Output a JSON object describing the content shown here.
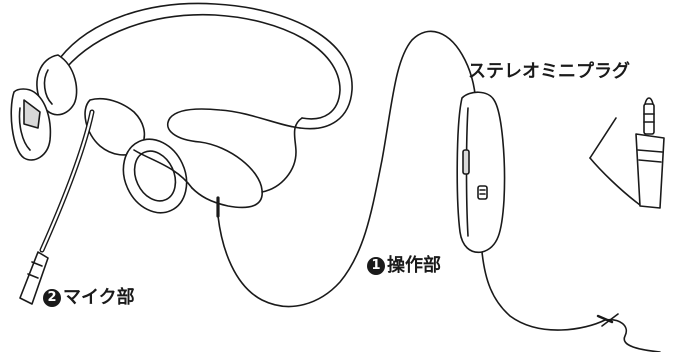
{
  "labels": {
    "plug": {
      "text": "ステレオミニプラグ"
    },
    "control": {
      "number": "1",
      "text": "操作部"
    },
    "mic": {
      "number": "2",
      "text": "マイク部"
    }
  },
  "colors": {
    "line": "#1a1a1a",
    "fill": "#ffffff",
    "shade": "#d9d9d9"
  }
}
